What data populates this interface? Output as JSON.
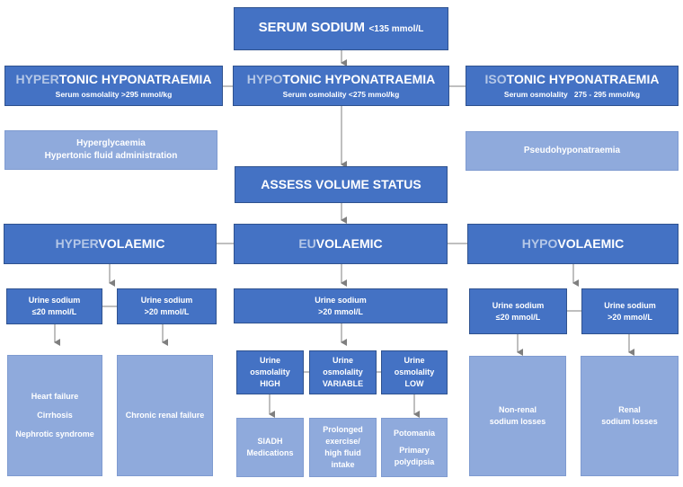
{
  "root": {
    "title": "SERUM SODIUM",
    "threshold": "<135 mmol/L"
  },
  "tonicity": {
    "hyper": {
      "prefix": "HYPER",
      "rest": "TONIC HYPONATRAEMIA",
      "osm": "Serum osmolality >295 mmol/kg"
    },
    "hypo": {
      "prefix": "HYPO",
      "rest": "TONIC HYPONATRAEMIA",
      "osm": "Serum osmolality <275 mmol/kg"
    },
    "iso": {
      "prefix": "ISO",
      "rest": "TONIC HYPONATRAEMIA",
      "osm": "Serum osmolality   275 - 295 mmol/kg"
    }
  },
  "hyper_causes": [
    "Hyperglycaemia",
    "Hypertonic fluid administration"
  ],
  "iso_cause": "Pseudohyponatraemia",
  "assess": "ASSESS VOLUME STATUS",
  "volume": {
    "hyper": {
      "prefix": "HYPER",
      "rest": "VOLAEMIC"
    },
    "eu": {
      "prefix": "EU",
      "rest": "VOLAEMIC"
    },
    "hypo": {
      "prefix": "HYPO",
      "rest": "VOLAEMIC"
    }
  },
  "urine": {
    "hyper_low": [
      "Urine sodium",
      "≤20 mmol/L"
    ],
    "hyper_high": [
      "Urine sodium",
      ">20 mmol/L"
    ],
    "eu": [
      "Urine sodium",
      ">20 mmol/L"
    ],
    "hypo_low": [
      "Urine sodium",
      "≤20 mmol/L"
    ],
    "hypo_high": [
      "Urine sodium",
      ">20 mmol/L"
    ]
  },
  "osmolality": {
    "high": [
      "Urine",
      "osmolality",
      "HIGH"
    ],
    "variable": [
      "Urine",
      "osmolality",
      "VARIABLE"
    ],
    "low": [
      "Urine",
      "osmolality",
      "LOW"
    ]
  },
  "outcomes": {
    "hyper_low": [
      "Heart failure",
      "Cirrhosis",
      "Nephrotic syndrome"
    ],
    "hyper_high": "Chronic renal failure",
    "osm_high": [
      "SIADH",
      "Medications"
    ],
    "osm_variable": [
      "Prolonged",
      "exercise/",
      "high fluid",
      "intake"
    ],
    "osm_low": [
      "Potomania",
      "Primary",
      "polydipsia"
    ],
    "hypo_low": [
      "Non-renal",
      "sodium losses"
    ],
    "hypo_high": [
      "Renal",
      "sodium losses"
    ]
  },
  "colors": {
    "box_dark": "#4472c4",
    "box_light": "#8faadc",
    "prefix": "#b4c7e7",
    "connector": "#7f7f7f"
  }
}
